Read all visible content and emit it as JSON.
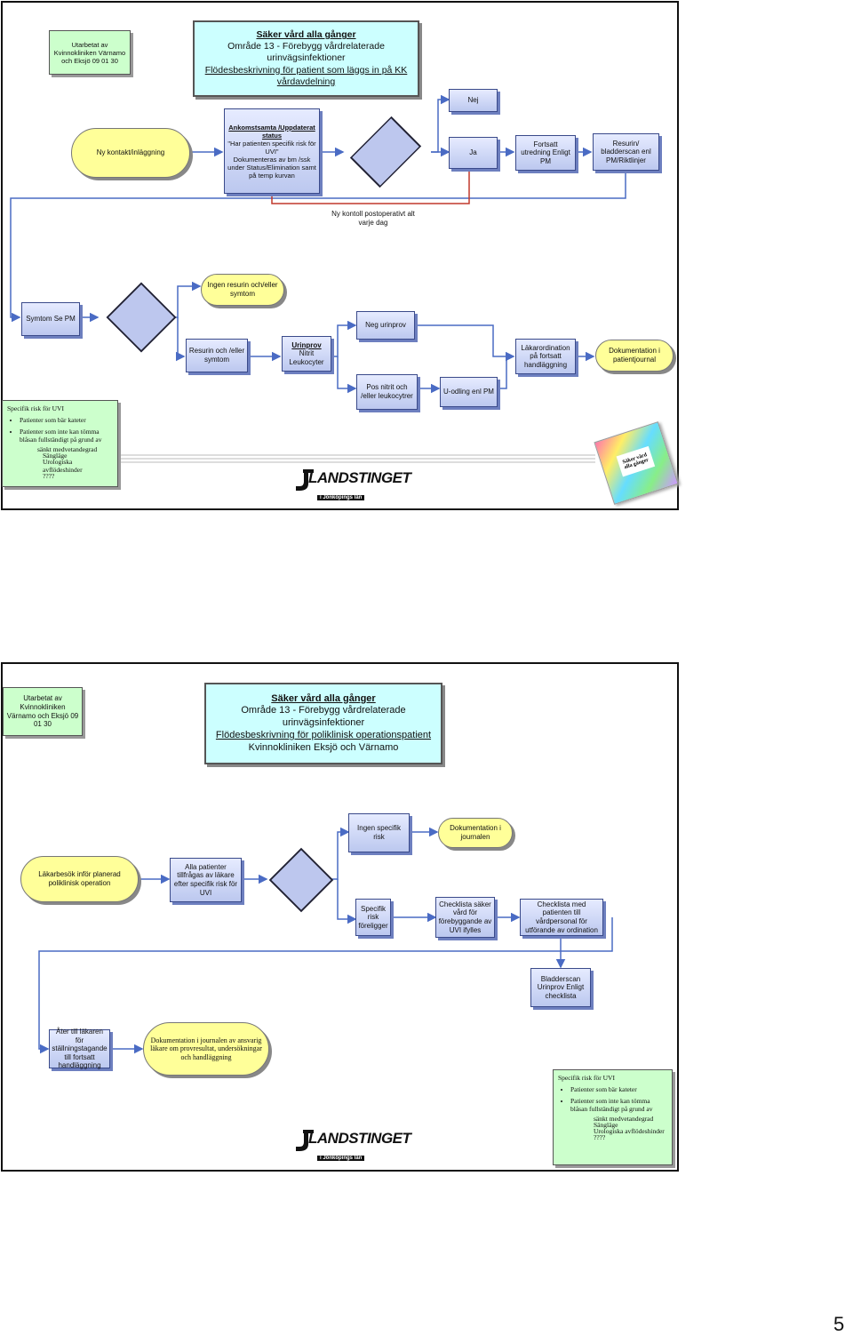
{
  "slide1": {
    "author_box": "Utarbetat av Kvinnokliniken Värnamo och Eksjö 09 01 30",
    "title_lines": [
      "Säker vård alla gånger",
      "Område 13 - Förebygg vårdrelaterade urinvägsinfektioner",
      "Flödesbeskrivning för patient som läggs in på KK vårdavdelning"
    ],
    "start": "Ny kontakt/inläggning",
    "arrival_lines": [
      "Ankomstsamta /Uppdaterat status",
      "\"Har patienten specifik risk för UVI\"",
      "Dokumenteras av bm /ssk under Status/Elimination samt på temp kurvan"
    ],
    "nej": "Nej",
    "ja": "Ja",
    "fortsatt": "Fortsatt utredning Enligt PM",
    "resurin_bladder": "Resurin/ bladderscan enl PM/Riktlinjer",
    "ny_kontroll": "Ny kontoll postoperativt alt varje dag",
    "ingen_resurin": "Ingen resurin och/eller symtom",
    "symtom": "Symtom Se PM",
    "resurin_symtom": "Resurin och /eller symtom",
    "urinprov_title": "Urinprov",
    "urinprov_rest": "Nitrit Leukocyter",
    "neg_urinprov": "Neg urinprov",
    "pos_nitrit": "Pos nitrit och /eller leukocytrer",
    "u_odling": "U-odling enl PM",
    "lakarordination": "Läkarordination på fortsatt handläggning",
    "dokumentation": "Dokumentation i patientjournal",
    "risk_title": "Specifik risk för UVI",
    "risk_items": [
      "Patienter som bär kateter",
      "Patienter som inte kan tömma blåsan fullständigt på grund av"
    ],
    "risk_sub": [
      "sänkt medvetandegrad",
      "Sängläge",
      "Urologiska avflödeshinder",
      "????"
    ]
  },
  "slide2": {
    "author_box": "Utarbetat av Kvinnokliniken Värnamo och Eksjö 09 01 30",
    "title_lines": [
      "Säker vård alla gånger",
      "Område 13 - Förebygg vårdrelaterade urinvägsinfektioner",
      "Flödesbeskrivning för poliklinisk operationspatient",
      "Kvinnokliniken Eksjö och Värnamo"
    ],
    "lakarbesok": "Läkarbesök inför planerad poliklinisk operation",
    "alla_patienter": "Alla patienter tillfrågas av läkare efter specifik risk för UVI",
    "ingen_risk": "Ingen specifik risk",
    "dok_journalen": "Dokumentation i journalen",
    "specifik_risk": "Specifik risk föreligger",
    "checklista_saker": "Checklista säker vård för förebyggande av UVI ifylles",
    "checklista_patienten": "Checklista med patienten till vårdpersonal för utförande av ordination",
    "bladderscan": "Bladderscan Urinprov Enligt checklista",
    "ater": "Åter till läkaren för ställningstagande till fortsatt handläggning",
    "dok_ansvarig": "Dokumentation i journalen av ansvarig läkare om provresultat, undersökningar och handläggning",
    "risk_title": "Specifik risk för UVI",
    "risk_items": [
      "Patienter som bär kateter",
      "Patienter som inte kan tömma blåsan fullständigt på grund av"
    ],
    "risk_sub": [
      "sänkt medvetandegrad",
      "Sängläge",
      "Urologiska avflödeshinder",
      "????"
    ]
  },
  "logo": {
    "main": "LANDSTINGET",
    "sub": "i Jönköpings län"
  },
  "book_label": "Säker vård alla gånger",
  "page_number": "5"
}
